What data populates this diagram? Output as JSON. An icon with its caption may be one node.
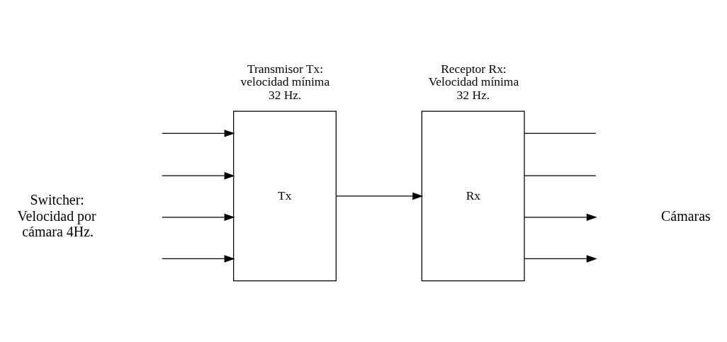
{
  "diagram": {
    "nodes": [
      {
        "text": [
          "Tx"
        ],
        "beside": [
          "Transmisor Tx: velocidad mínima 32 Hz."
        ]
      },
      {
        "text": [
          "Rx"
        ],
        "beside": [
          "Receptor Rx: Velocidad mínima 32 Hz."
        ]
      }
    ],
    "edges": [
      {
        "from": null,
        "to": 0,
        "arrow": "to"
      },
      {
        "from": null,
        "to": 0,
        "arrow": "to"
      },
      {
        "from": null,
        "to": 0,
        "arrow": "to"
      },
      {
        "from": null,
        "to": 0,
        "arrow": "to"
      },
      {
        "from": 0,
        "to": 1,
        "arrow": "to"
      },
      {
        "from": 1,
        "to": null,
        "arrow": "none"
      },
      {
        "from": 1,
        "to": null,
        "arrow": "none"
      },
      {
        "from": 1,
        "to": null,
        "arrow": "to"
      },
      {
        "from": 1,
        "to": null,
        "arrow": "to"
      }
    ],
    "labels": [
      "Switcher: Velocidad por cámara 4Hz.",
      "Cámaras"
    ]
  }
}
